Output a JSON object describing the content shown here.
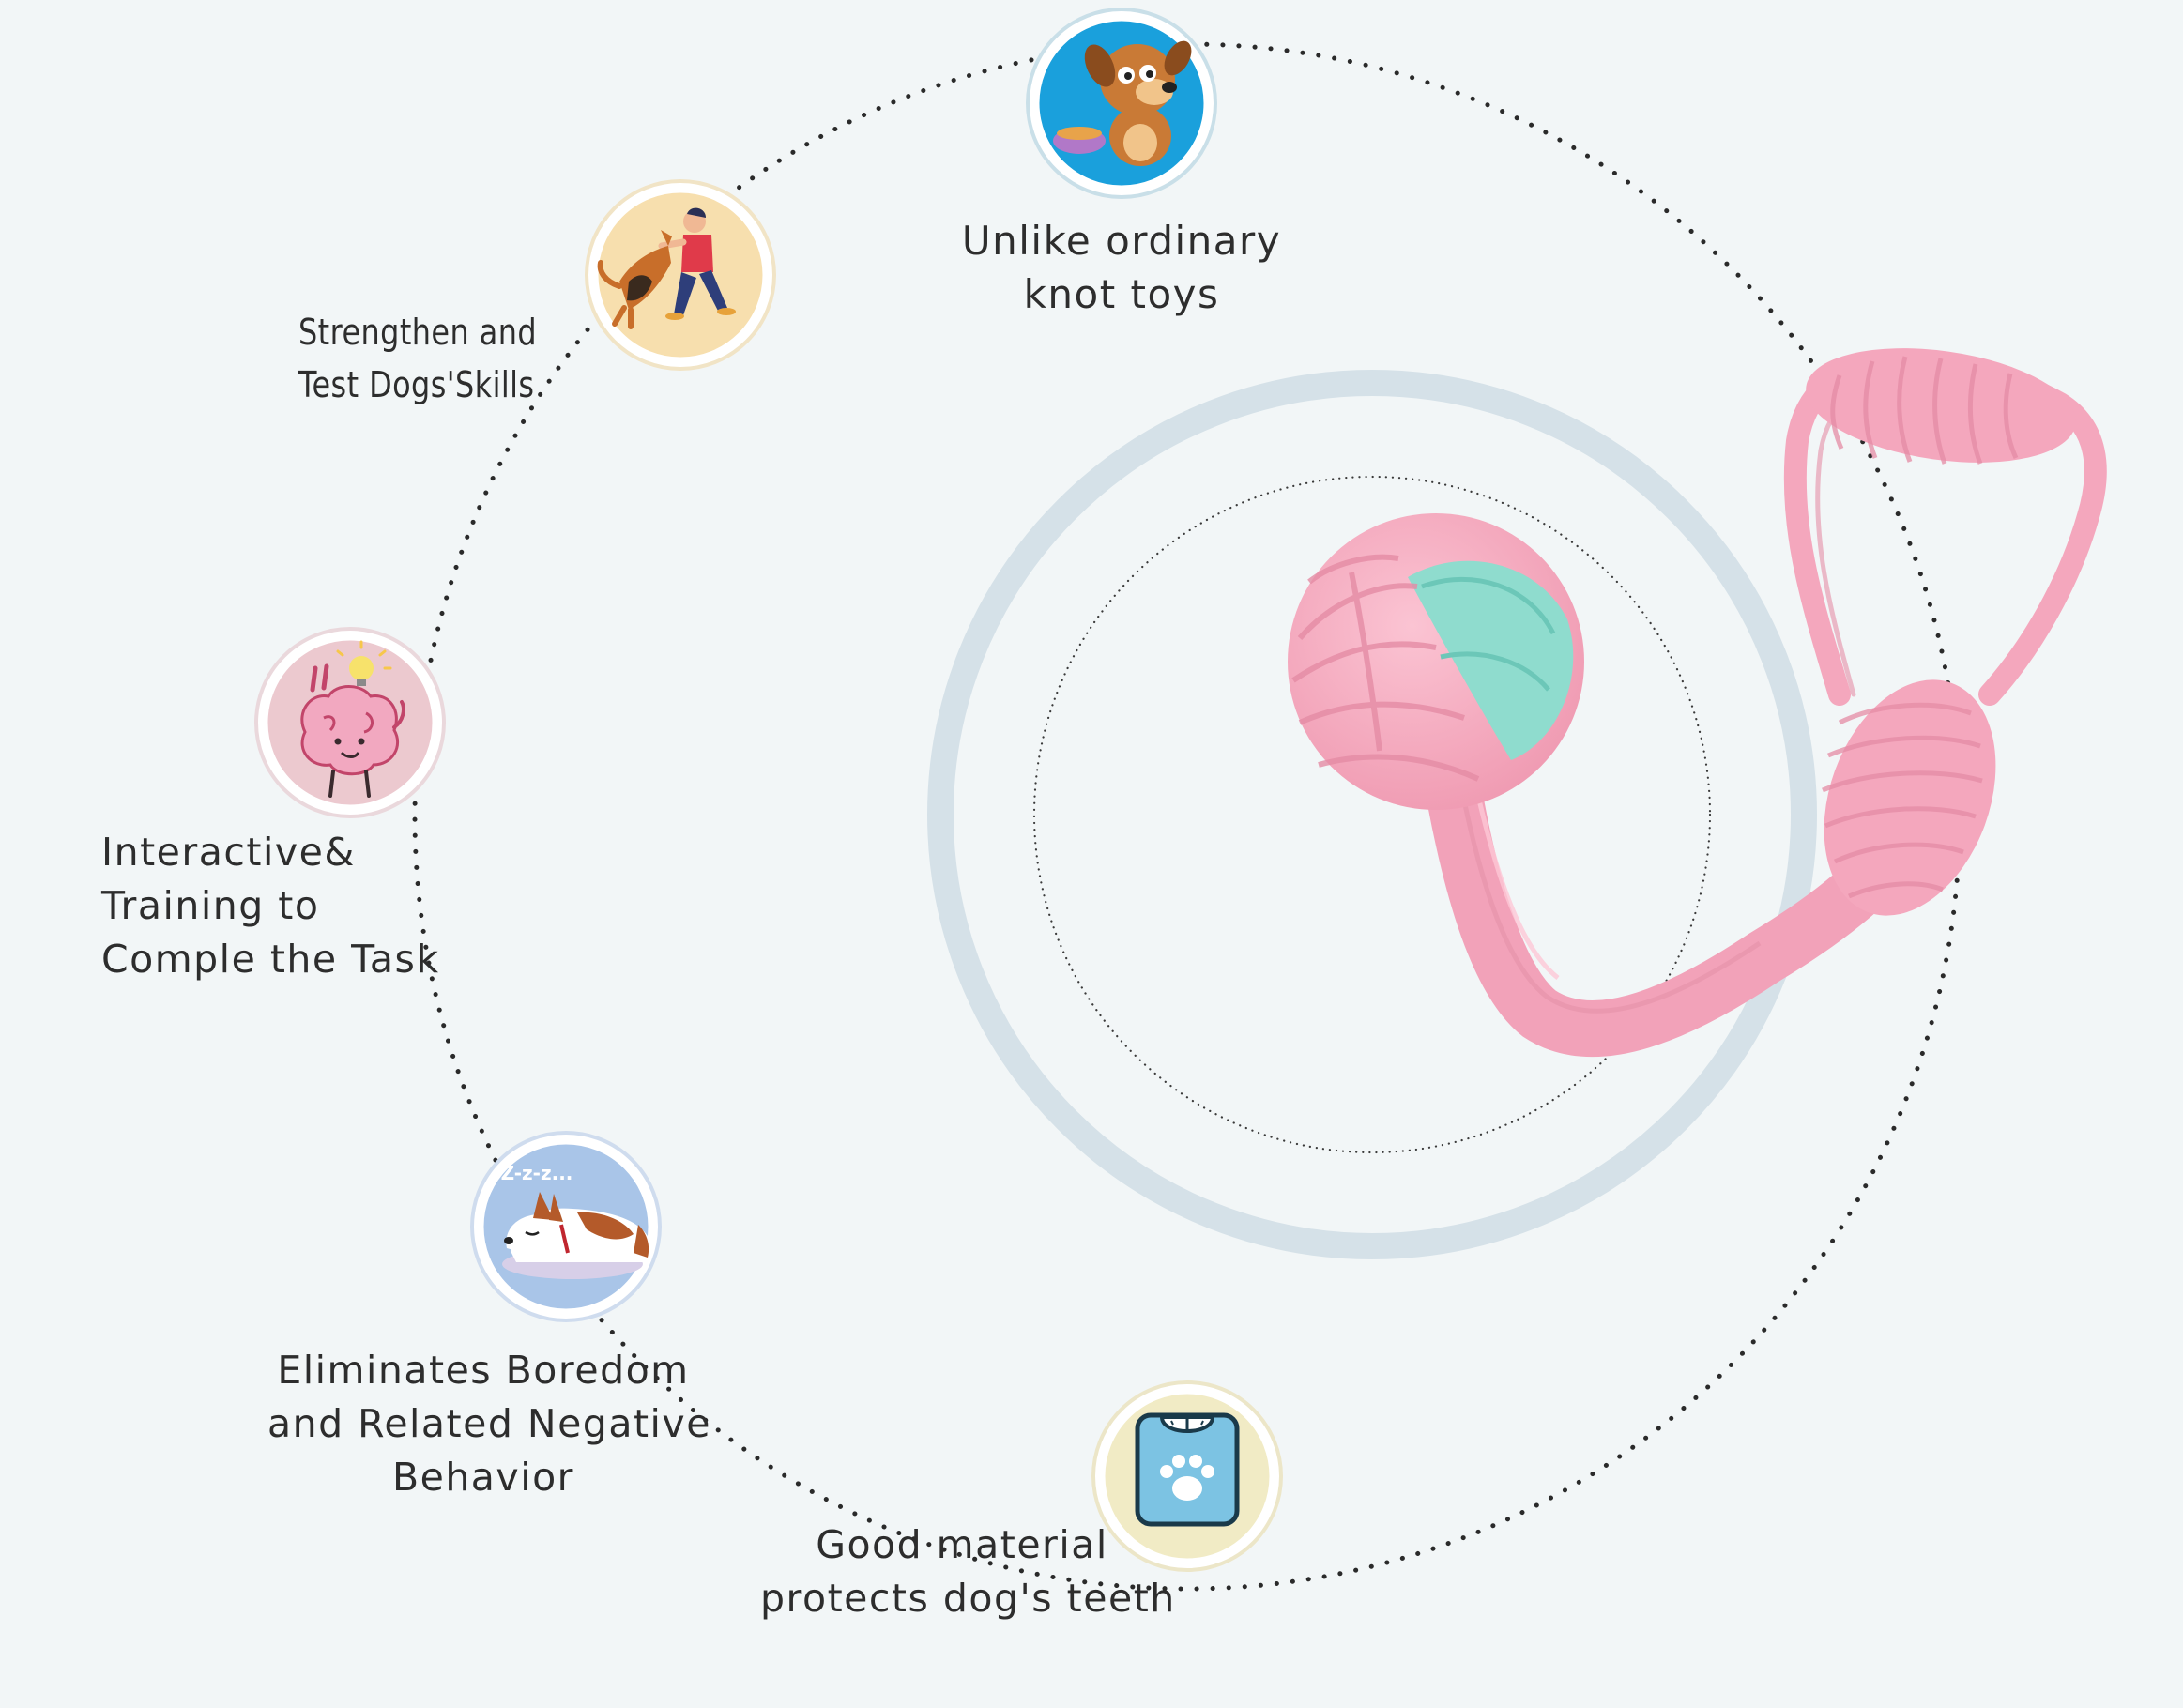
{
  "features": [
    {
      "id": "unlike",
      "icon": "dog-with-bowl-icon",
      "lines": [
        "Unlike ordinary",
        "knot toys"
      ]
    },
    {
      "id": "strength",
      "icon": "person-training-dog-icon",
      "lines": [
        "Strengthen and",
        "Test Dogs'Skills"
      ]
    },
    {
      "id": "interactive",
      "icon": "brain-lightbulb-icon",
      "lines": [
        "Interactive&",
        "Training to",
        "Comple the Task"
      ]
    },
    {
      "id": "boredom",
      "icon": "sleeping-dog-icon",
      "lines": [
        "Eliminates Boredom",
        "and Related Negative",
        "Behavior"
      ]
    },
    {
      "id": "material",
      "icon": "paw-scale-icon",
      "lines": [
        "Good material",
        "protects dog's teeth"
      ]
    }
  ],
  "sleep_text": "Z-z-z...",
  "colors": {
    "background": "#f2f6f7",
    "ring": "#d5e1e8",
    "rope_pink": "#f4a7bd",
    "rope_mint": "#8fdcce",
    "unlike_circle": "#1aa0dc",
    "strength_circle": "#f7dfae",
    "interactive_circle": "#ecc9cf",
    "boredom_circle": "#a9c5e8",
    "material_circle": "#f1ebc5"
  }
}
